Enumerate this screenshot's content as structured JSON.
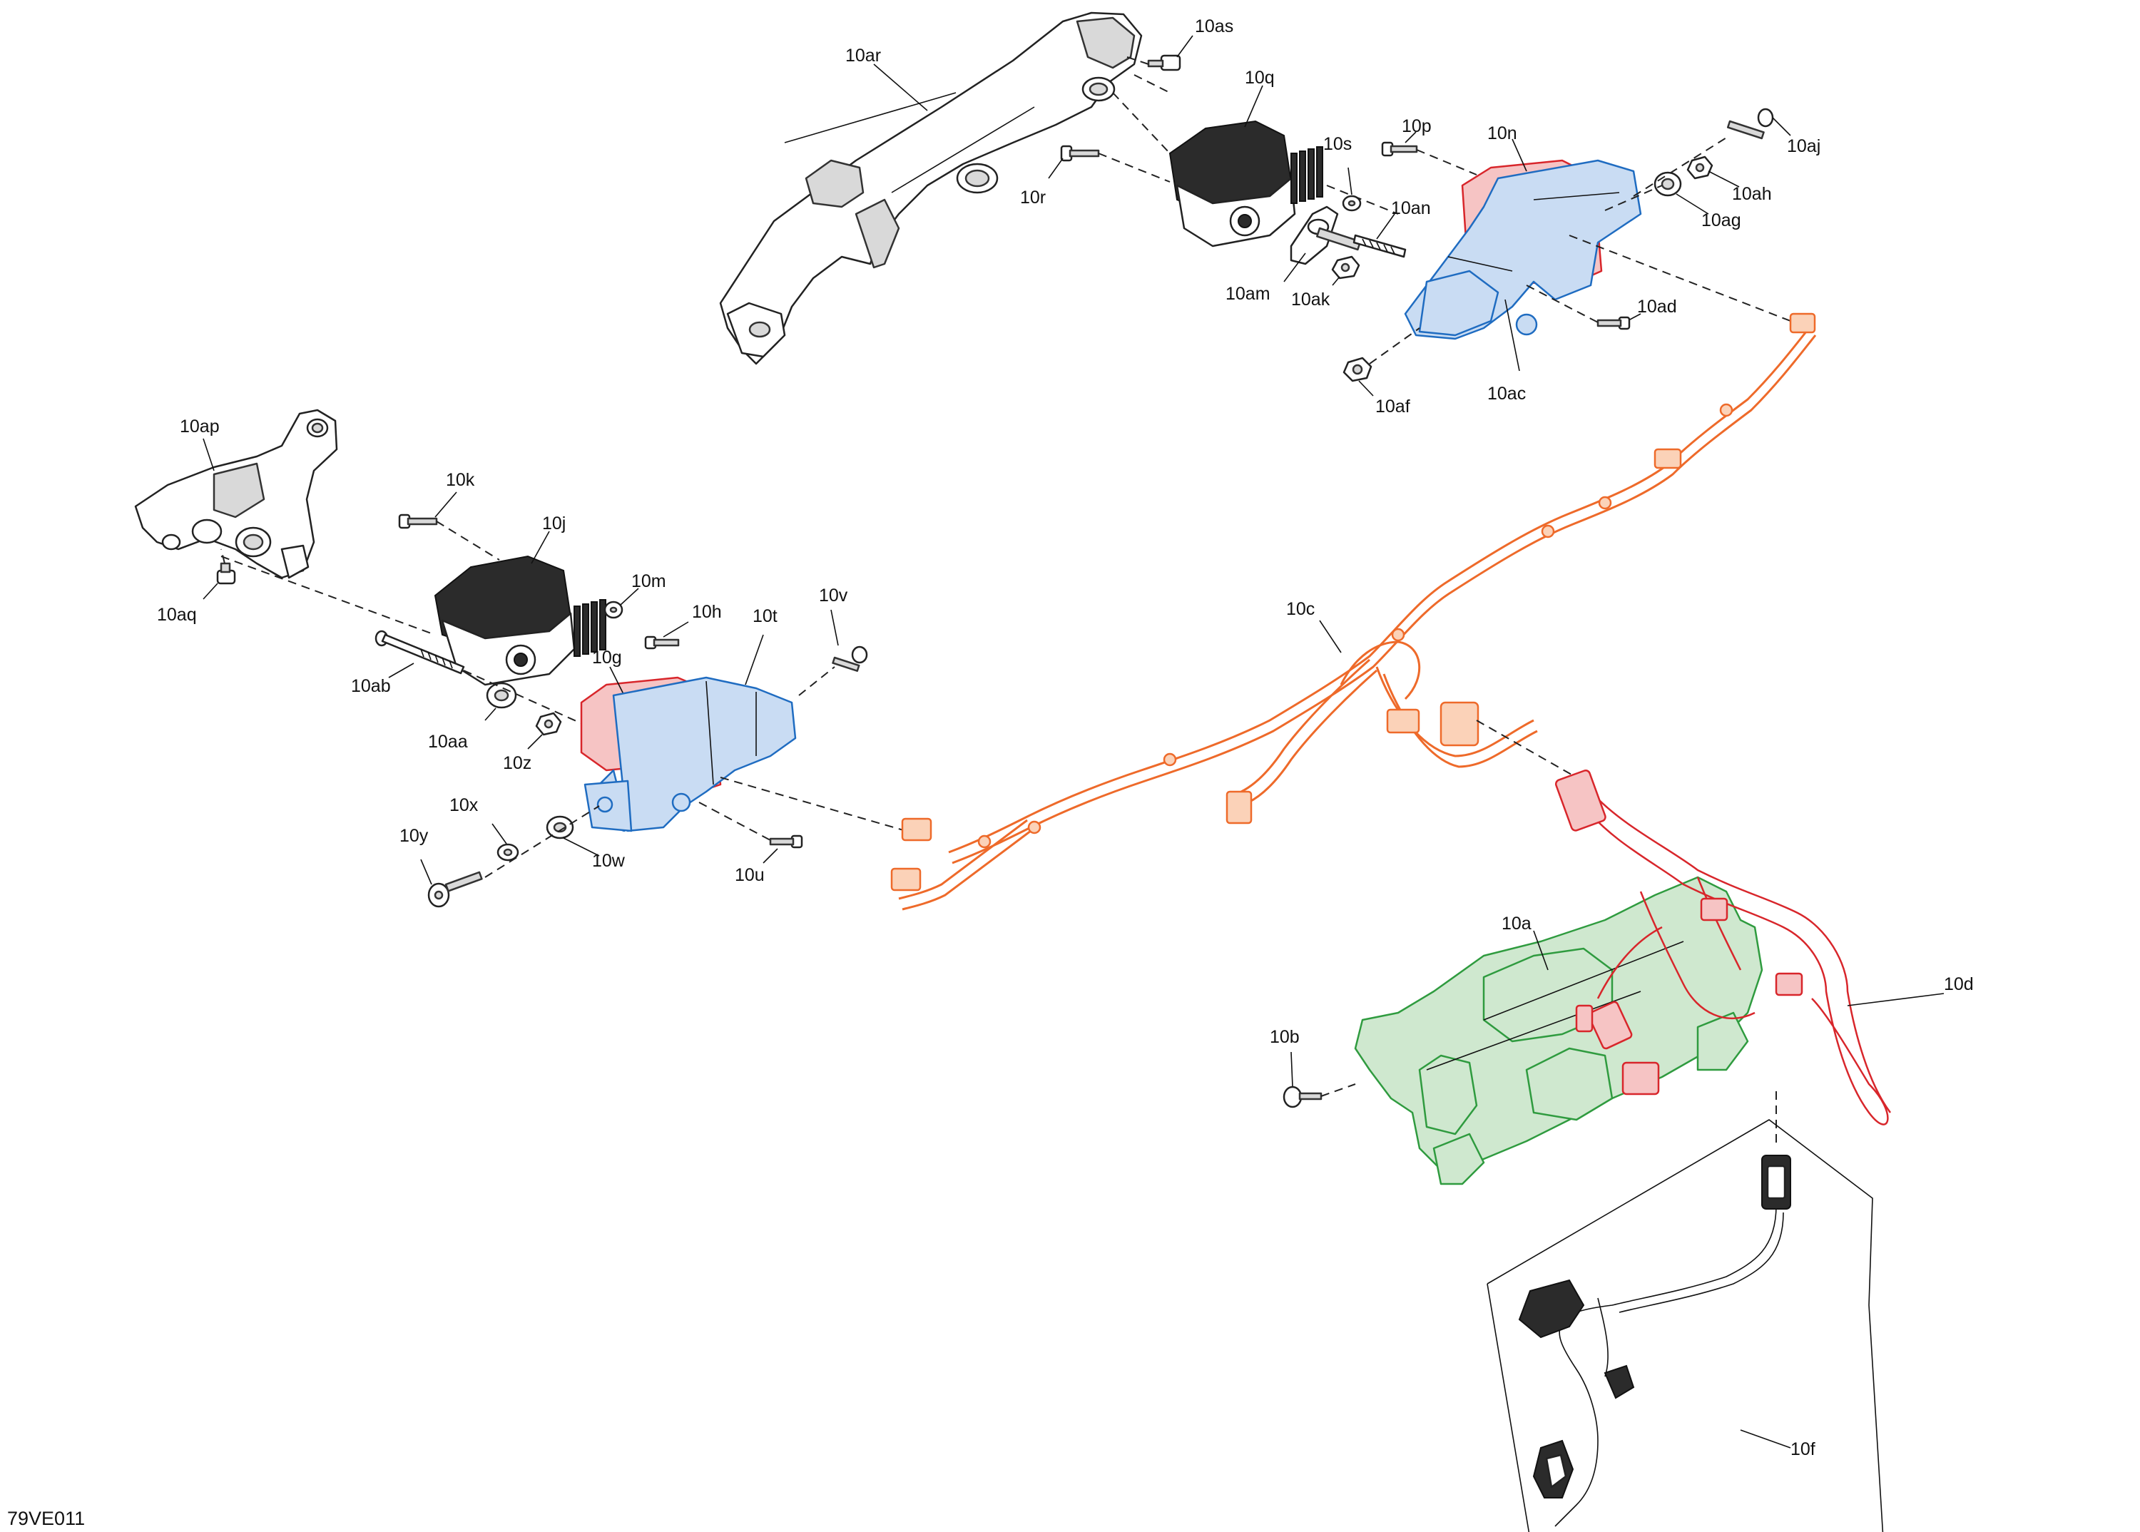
{
  "figure_code": "79VE011",
  "colors": {
    "red": "#d8262b",
    "blue": "#1f6cc1",
    "green": "#2f9b3f",
    "orange": "#ee6a2a",
    "black": "#222222"
  },
  "labels": {
    "10ar": "10ar",
    "10as": "10as",
    "10q": "10q",
    "10r": "10r",
    "10s": "10s",
    "10p": "10p",
    "10n": "10n",
    "10aj": "10aj",
    "10ah": "10ah",
    "10ag": "10ag",
    "10an": "10an",
    "10am": "10am",
    "10ak": "10ak",
    "10ad": "10ad",
    "10af": "10af",
    "10ac": "10ac",
    "10ap": "10ap",
    "10aq": "10aq",
    "10k": "10k",
    "10j": "10j",
    "10m": "10m",
    "10h": "10h",
    "10t": "10t",
    "10v": "10v",
    "10g": "10g",
    "10ab": "10ab",
    "10aa": "10aa",
    "10z": "10z",
    "10x": "10x",
    "10y": "10y",
    "10w": "10w",
    "10u": "10u",
    "10c": "10c",
    "10a": "10a",
    "10d": "10d",
    "10b": "10b",
    "10f": "10f"
  }
}
